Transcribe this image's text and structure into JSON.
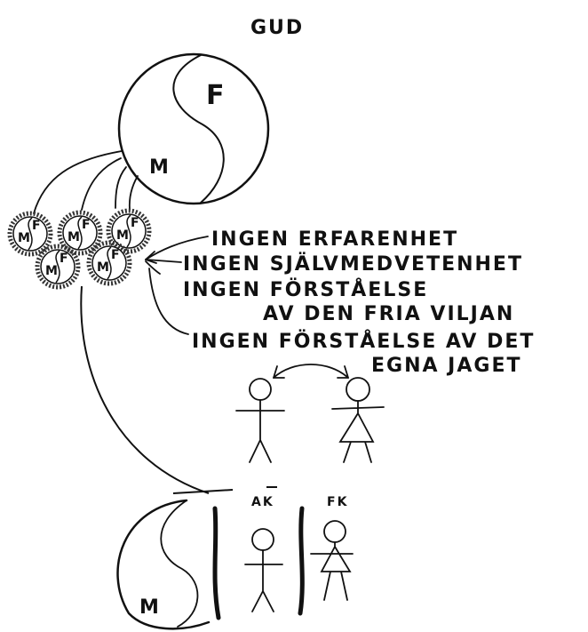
{
  "title": "GUD",
  "god_circle": {
    "top_label": "F",
    "bottom_label": "M"
  },
  "souls": [
    {
      "left": "M",
      "right": "F"
    },
    {
      "left": "M",
      "right": "F"
    },
    {
      "left": "M",
      "right": "F"
    },
    {
      "left": "M",
      "right": "F"
    },
    {
      "left": "M",
      "right": "F"
    }
  ],
  "notes": [
    "INGEN ERFARENHET",
    "INGEN SJÄLVMEDVETENHET",
    "INGEN FÖRSTÅELSE",
    "AV DEN FRIA VILJAN",
    "INGEN FÖRSTÅELSE AV DET",
    "EGNA JAGET"
  ],
  "figures": {
    "male_label": "AK",
    "female_label": "FK"
  },
  "bottom_circle": {
    "label": "M"
  },
  "colors": {
    "ink": "#111111",
    "hatch": "#333333",
    "background": "#ffffff"
  }
}
